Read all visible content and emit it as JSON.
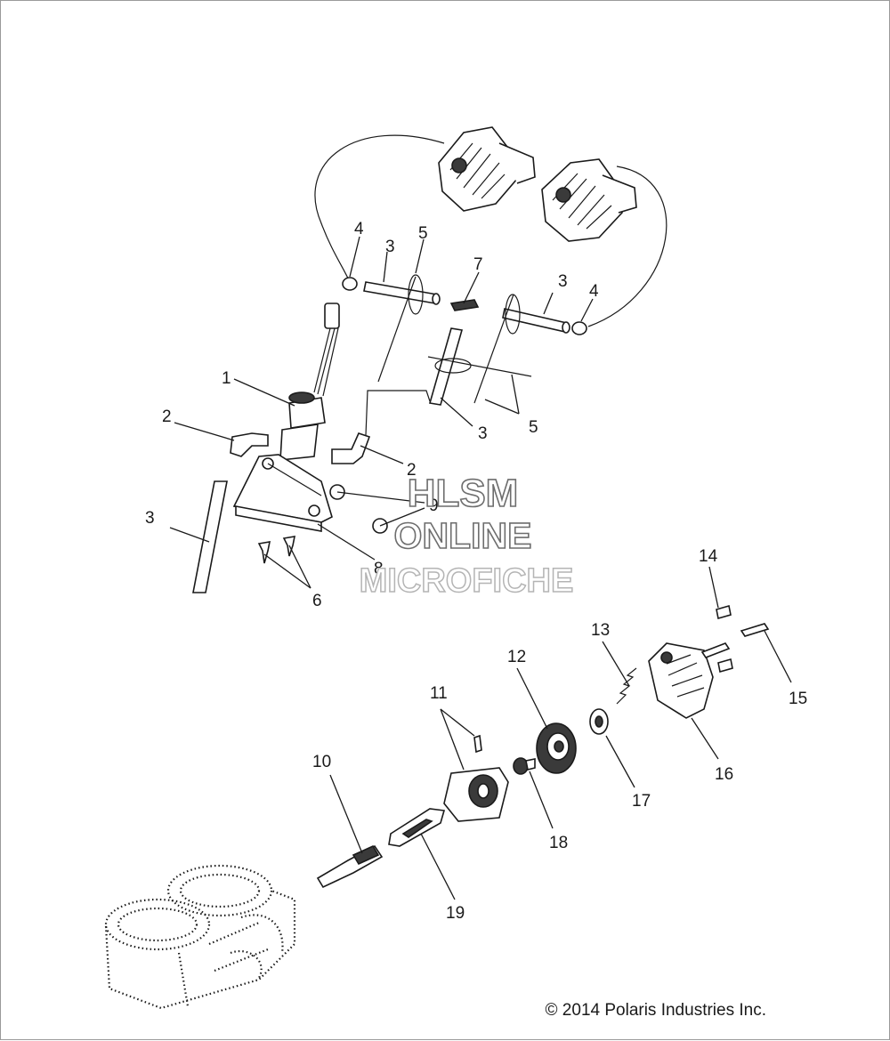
{
  "labels": [
    "1",
    "2",
    "2",
    "3",
    "3",
    "3",
    "3",
    "4",
    "4",
    "5",
    "5",
    "6",
    "7",
    "8",
    "9",
    "10",
    "11",
    "12",
    "13",
    "14",
    "15",
    "16",
    "17",
    "18",
    "19"
  ],
  "watermark": {
    "line1": "HLSM",
    "line2": "ONLINE",
    "line3": "MICROFICHE"
  },
  "copyright": "© 2014 Polaris Industries Inc."
}
